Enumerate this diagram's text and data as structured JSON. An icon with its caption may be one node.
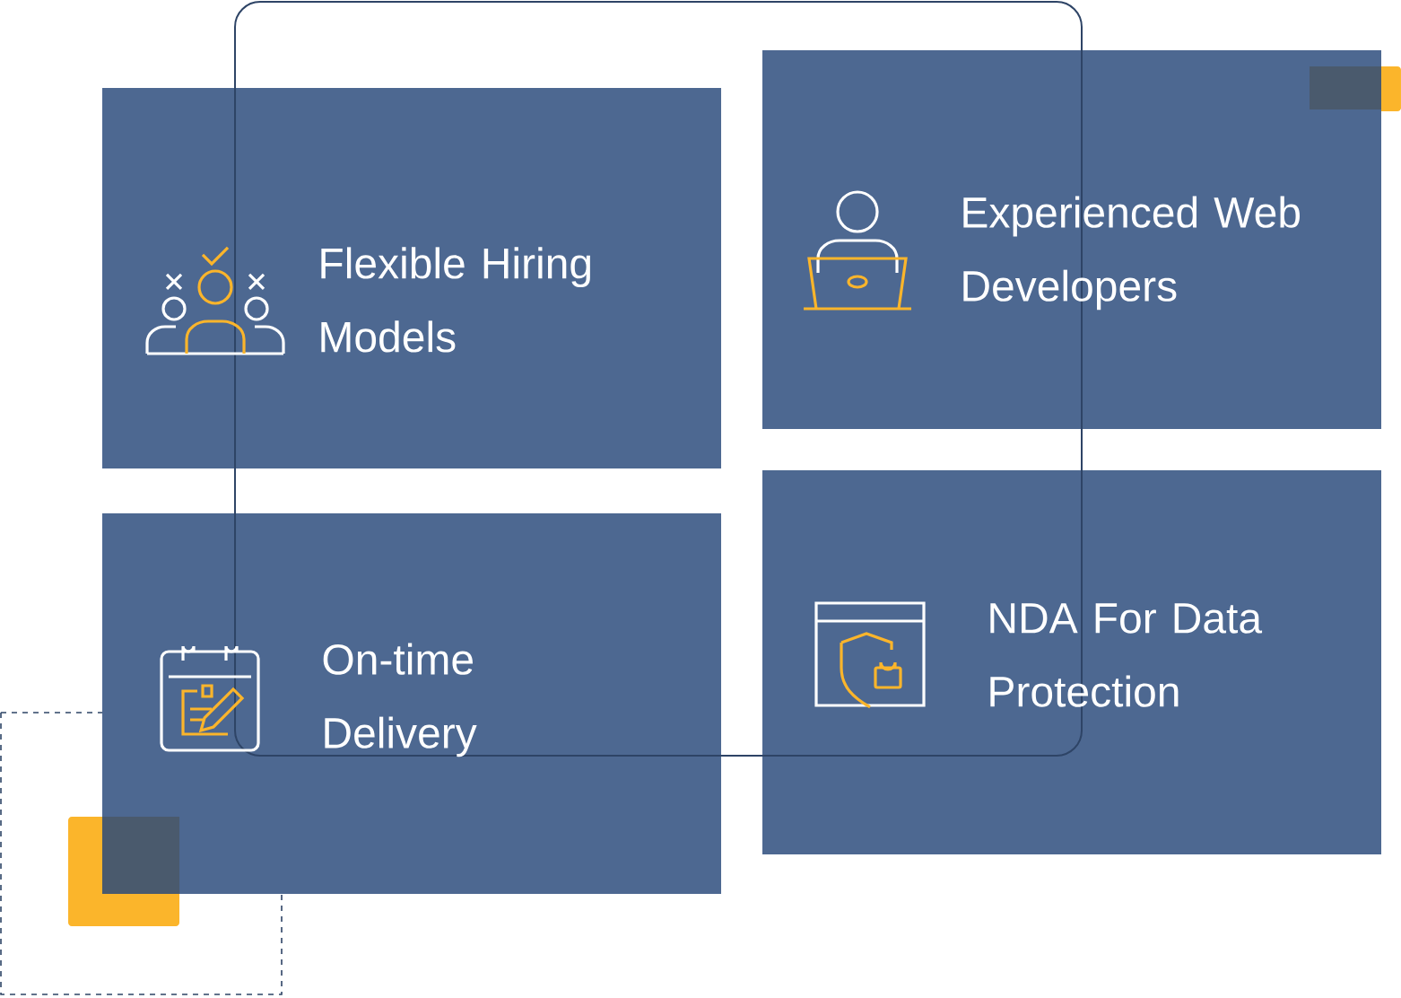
{
  "diagram": {
    "nodes": [
      {
        "text": [
          "Flexible Hiring Models"
        ]
      },
      {
        "text": [
          "Experienced Web Developers"
        ]
      },
      {
        "text": [
          "On-time Delivery"
        ]
      },
      {
        "text": [
          "NDA For Data Protection"
        ]
      }
    ]
  }
}
